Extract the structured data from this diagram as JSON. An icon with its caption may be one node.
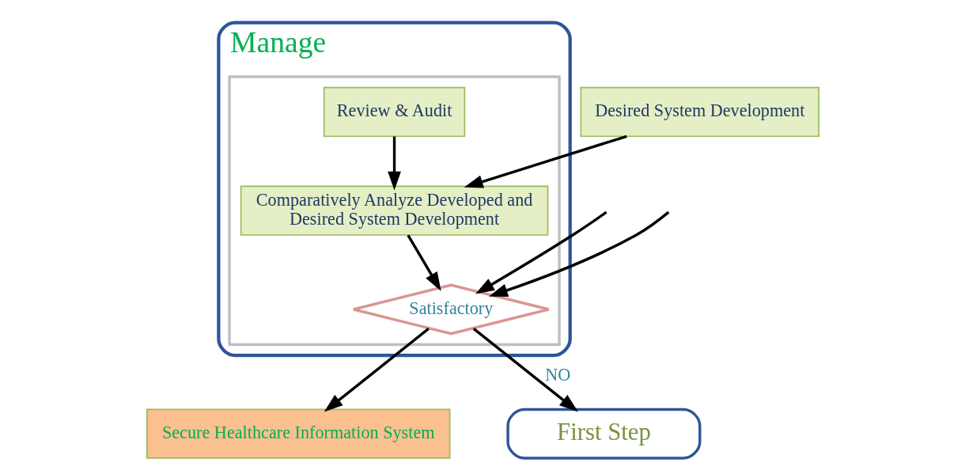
{
  "diagram": {
    "nodes": [
      {
        "text": [
          "Manage"
        ]
      },
      {
        "text": [],
        "shape": "box",
        "in": 0
      },
      {
        "text": [
          "Review & Audit"
        ],
        "in": 1
      },
      {
        "text": [
          "Comparatively Analyze Developed and Desired System Development"
        ],
        "in": 1
      },
      {
        "text": [
          "Satisfactory"
        ],
        "in": 1
      },
      {
        "text": [
          "Desired System Development"
        ]
      },
      {
        "text": [
          "Secure Healthcare Information System"
        ]
      },
      {
        "text": [
          "First Step"
        ]
      }
    ],
    "edges": [
      {
        "from": 2,
        "to": 3,
        "arrow": "to"
      },
      {
        "from": 3,
        "to": 4,
        "arrow": "to"
      },
      {
        "from": null,
        "to": 4,
        "arrow": "to"
      },
      {
        "from": null,
        "to": 4,
        "arrow": "to"
      },
      {
        "from": 5,
        "to": 3,
        "arrow": "to"
      },
      {
        "from": 4,
        "to": 6,
        "arrow": "to"
      },
      {
        "from": 4,
        "to": 7,
        "label": "NO",
        "arrow": "to"
      }
    ]
  }
}
